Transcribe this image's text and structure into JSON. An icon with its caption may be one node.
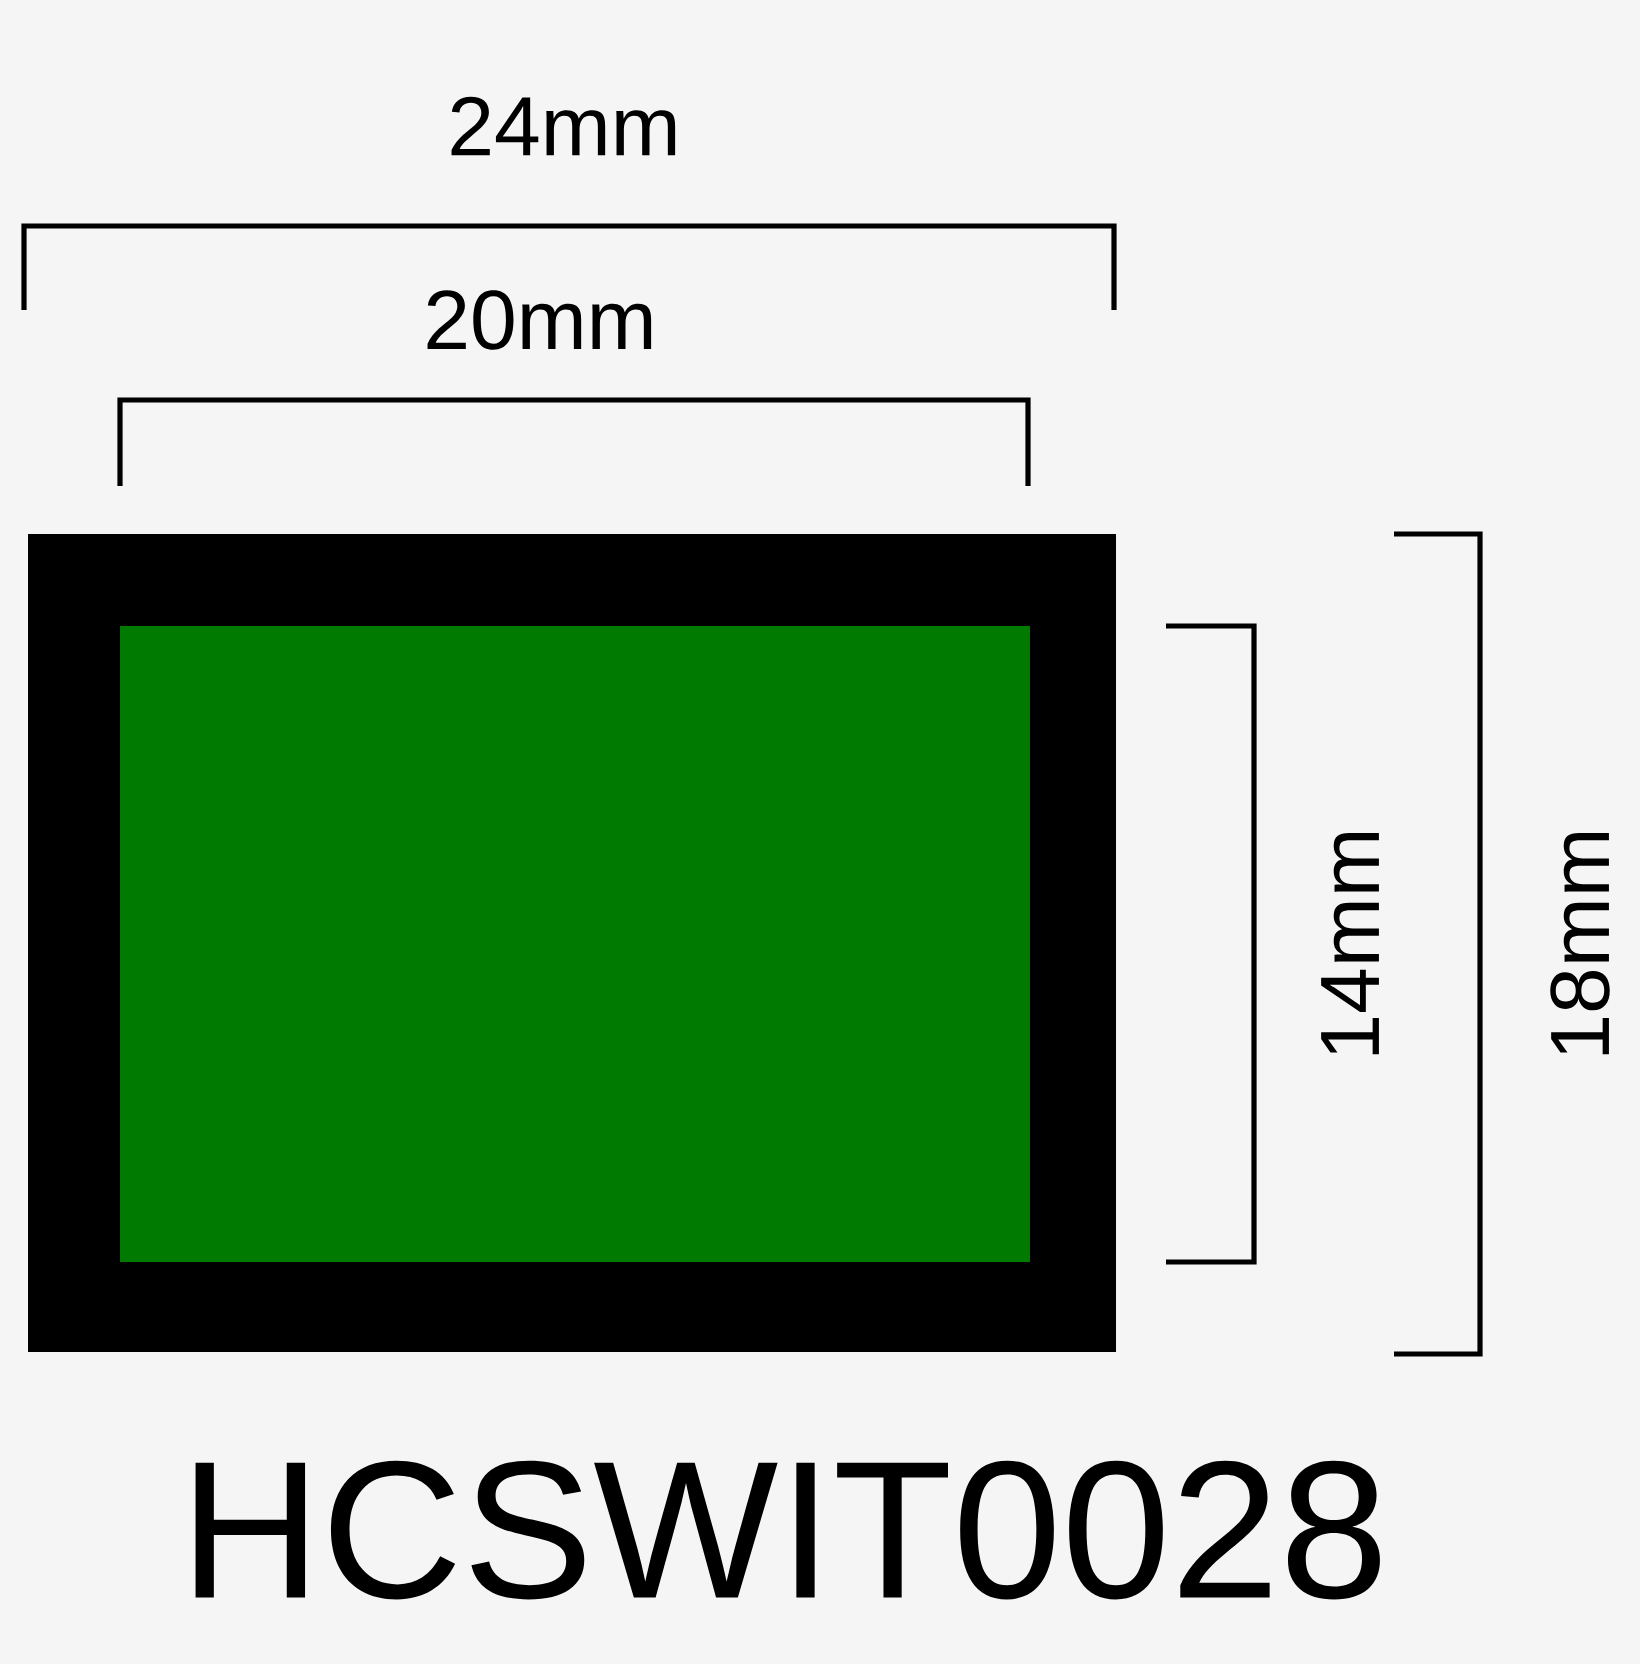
{
  "diagram": {
    "labels": [
      "24mm",
      "20mm",
      "14mm",
      "18mm",
      "HCSWIT0028"
    ]
  }
}
